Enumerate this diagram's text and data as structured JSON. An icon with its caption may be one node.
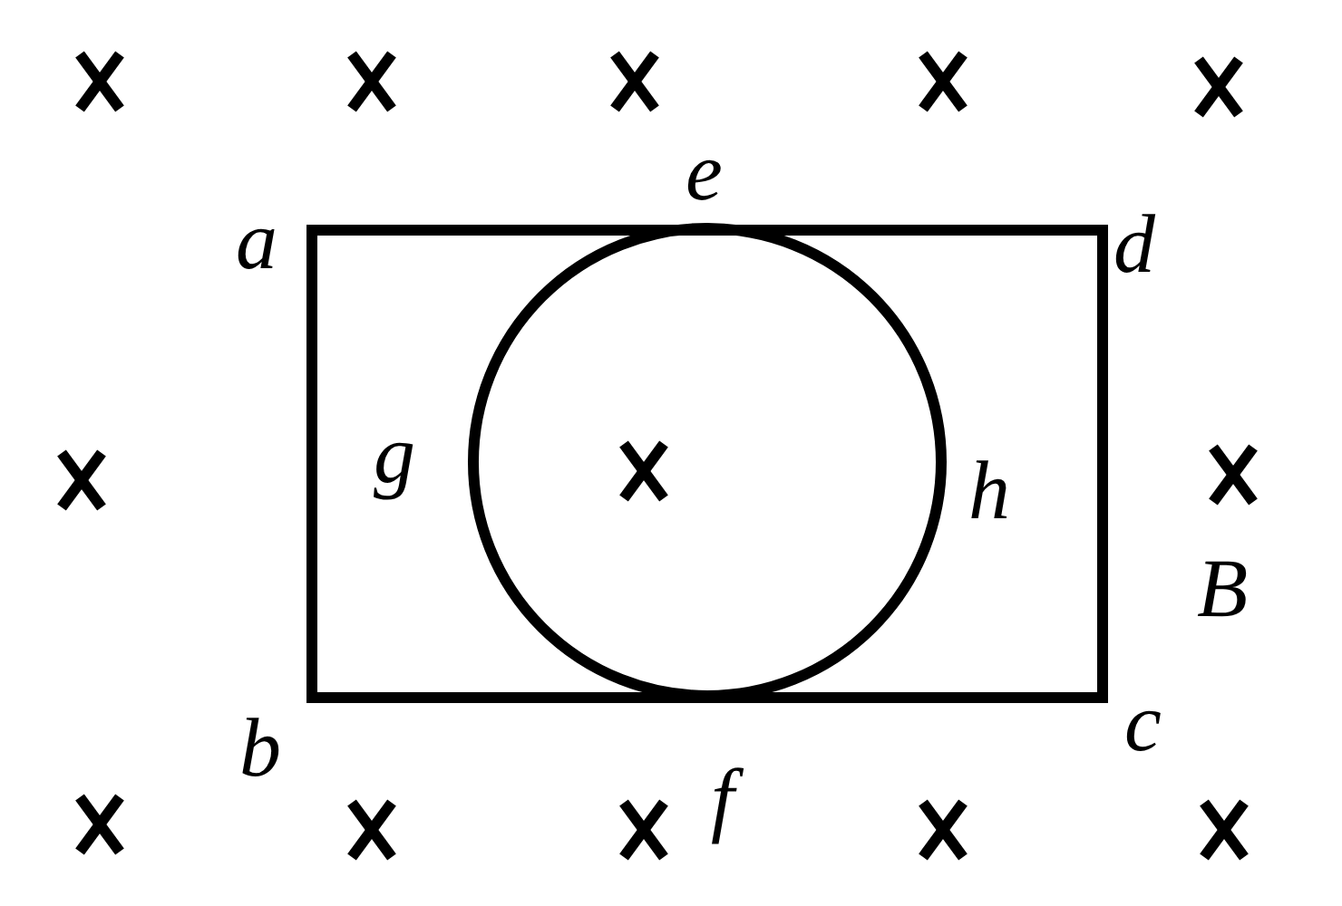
{
  "diagram": {
    "labels": [
      "a",
      "e",
      "d",
      "g",
      "h",
      "B",
      "b",
      "f",
      "c"
    ]
  }
}
